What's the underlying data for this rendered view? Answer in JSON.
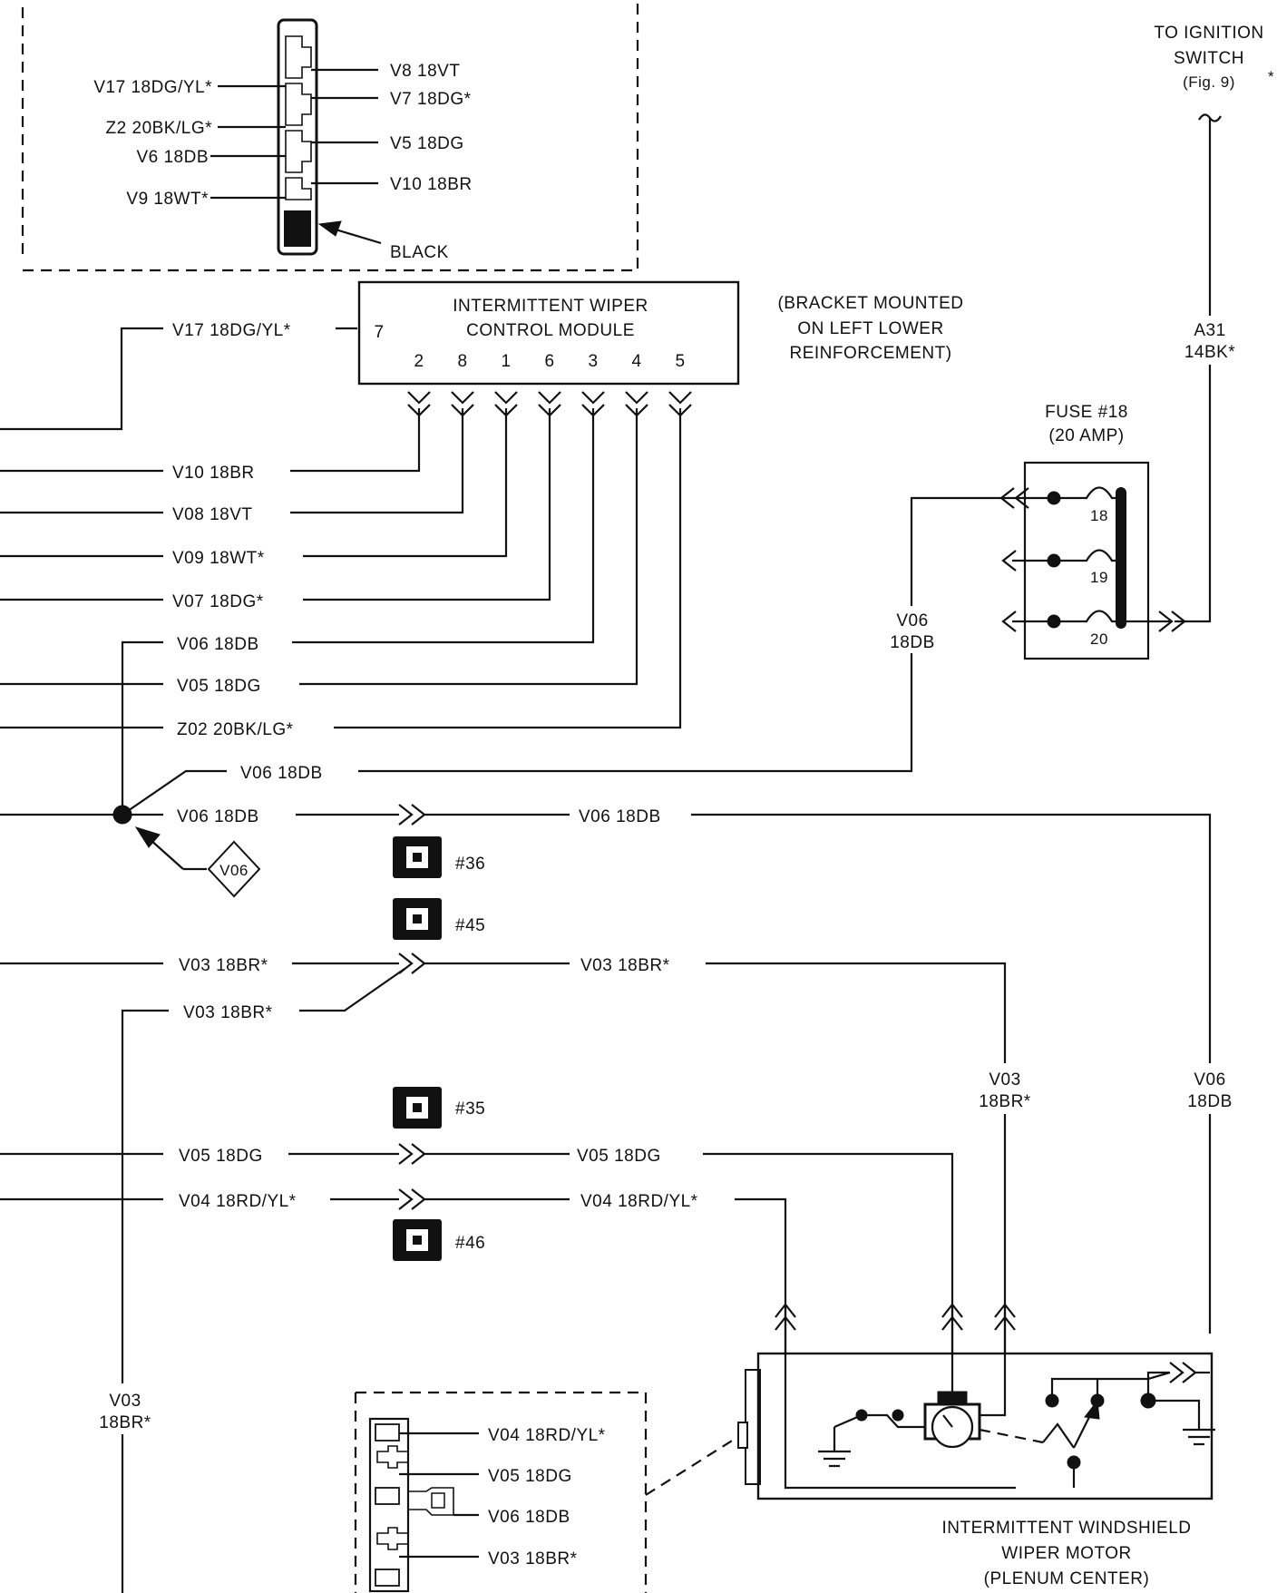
{
  "connector_top": {
    "left_pins": [
      "V17 18DG/YL*",
      "Z2 20BK/LG*",
      "V6 18DB",
      "V9 18WT*"
    ],
    "right_pins": [
      "V8 18VT",
      "V7 18DG*",
      "V5 18DG",
      "V10 18BR"
    ],
    "color": "BLACK"
  },
  "ignition": {
    "line1": "TO IGNITION",
    "line2": "SWITCH",
    "ref": "(Fig. 9)",
    "marker": "*"
  },
  "module": {
    "title1": "INTERMITTENT WIPER",
    "title2": "CONTROL MODULE",
    "left_pin": "7",
    "pins": [
      "2",
      "8",
      "1",
      "6",
      "3",
      "4",
      "5"
    ]
  },
  "bracket_note": [
    "(BRACKET MOUNTED",
    "ON LEFT LOWER",
    "REINFORCEMENT)"
  ],
  "wire_a31": {
    "name": "A31",
    "gauge": "14BK*"
  },
  "fuse": {
    "title": "FUSE #18",
    "rating": "(20 AMP)",
    "numbers": [
      "18",
      "19",
      "20"
    ]
  },
  "wires": {
    "v17": "V17 18DG/YL*",
    "v10": "V10 18BR",
    "v08": "V08 18VT",
    "v09": "V09 18WT*",
    "v07": "V07 18DG*",
    "v06a": "V06 18DB",
    "v05a": "V05 18DG",
    "z02": "Z02 20BK/LG*",
    "v06b": "V06 18DB",
    "v06c": "V06 18DB",
    "v06d": "V06 18DB",
    "v03a": "V03 18BR*",
    "v03b": "V03 18BR*",
    "v03c": "V03 18BR*",
    "v05b": "V05 18DG",
    "v05c": "V05 18DG",
    "v04a": "V04 18RD/YL*",
    "v04b": "V04 18RD/YL*"
  },
  "vertical_labels": {
    "v06_fuse": [
      "V06",
      "18DB"
    ],
    "v03_right": [
      "V03",
      "18BR*"
    ],
    "v06_right": [
      "V06",
      "18DB"
    ],
    "v03_left": [
      "V03",
      "18BR*"
    ]
  },
  "splice": "V06",
  "grounds": [
    "#36",
    "#45",
    "#35",
    "#46"
  ],
  "motor_connector": [
    "V04 18RD/YL*",
    "V05 18DG",
    "V06 18DB",
    "V03 18BR*"
  ],
  "motor": {
    "line1": "INTERMITTENT WINDSHIELD",
    "line2": "WIPER MOTOR",
    "line3": "(PLENUM CENTER)"
  }
}
